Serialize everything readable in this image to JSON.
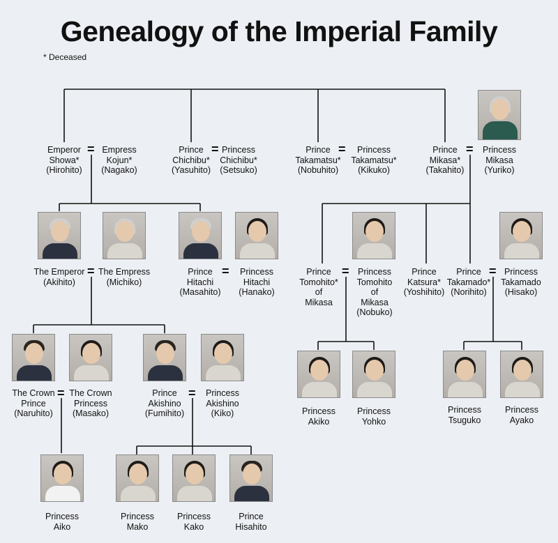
{
  "title": "Genealogy of the Imperial Family",
  "note": "* Deceased",
  "eq": "=",
  "people": {
    "showa": [
      "Emperor",
      "Showa*",
      "(Hirohito)"
    ],
    "kojun": [
      "Empress",
      "Kojun*",
      "(Nagako)"
    ],
    "chichibu": [
      "Prince",
      "Chichibu*",
      "(Yasuhito)"
    ],
    "chichibu_w": [
      "Princess",
      "Chichibu*",
      "(Setsuko)"
    ],
    "takamatsu": [
      "Prince",
      "Takamatsu*",
      "(Nobuhito)"
    ],
    "takamatsu_w": [
      "Princess",
      "Takamatsu*",
      "(Kikuko)"
    ],
    "mikasa": [
      "Prince",
      "Mikasa*",
      "(Takahito)"
    ],
    "mikasa_w": [
      "Princess",
      "Mikasa",
      "(Yuriko)"
    ],
    "emperor": [
      "The Emperor",
      "(Akihito)"
    ],
    "empress": [
      "The Empress",
      "(Michiko)"
    ],
    "hitachi": [
      "Prince",
      "Hitachi",
      "(Masahito)"
    ],
    "hitachi_w": [
      "Princess",
      "Hitachi",
      "(Hanako)"
    ],
    "tomohito": [
      "Prince",
      "Tomohito*",
      "of",
      "Mikasa"
    ],
    "tomohito_w": [
      "Princess",
      "Tomohito",
      "of",
      "Mikasa",
      "(Nobuko)"
    ],
    "katsura": [
      "Prince",
      "Katsura*",
      "(Yoshihito)"
    ],
    "takamado": [
      "Prince",
      "Takamado*",
      "(Norihito)"
    ],
    "takamado_w": [
      "Princess",
      "Takamado",
      "(Hisako)"
    ],
    "crownprince": [
      "The Crown",
      "Prince",
      "(Naruhito)"
    ],
    "crownprincess": [
      "The Crown",
      "Princess",
      "(Masako)"
    ],
    "akishino": [
      "Prince",
      "Akishino",
      "(Fumihito)"
    ],
    "akishino_w": [
      "Princess",
      "Akishino",
      "(Kiko)"
    ],
    "akiko": [
      "Princess",
      "Akiko"
    ],
    "yohko": [
      "Princess",
      "Yohko"
    ],
    "tsuguko": [
      "Princess",
      "Tsuguko"
    ],
    "ayako": [
      "Princess",
      "Ayako"
    ],
    "aiko": [
      "Princess",
      "Aiko"
    ],
    "mako": [
      "Princess",
      "Mako"
    ],
    "kako": [
      "Princess",
      "Kako"
    ],
    "hisahito": [
      "Prince",
      "Hisahito"
    ]
  }
}
